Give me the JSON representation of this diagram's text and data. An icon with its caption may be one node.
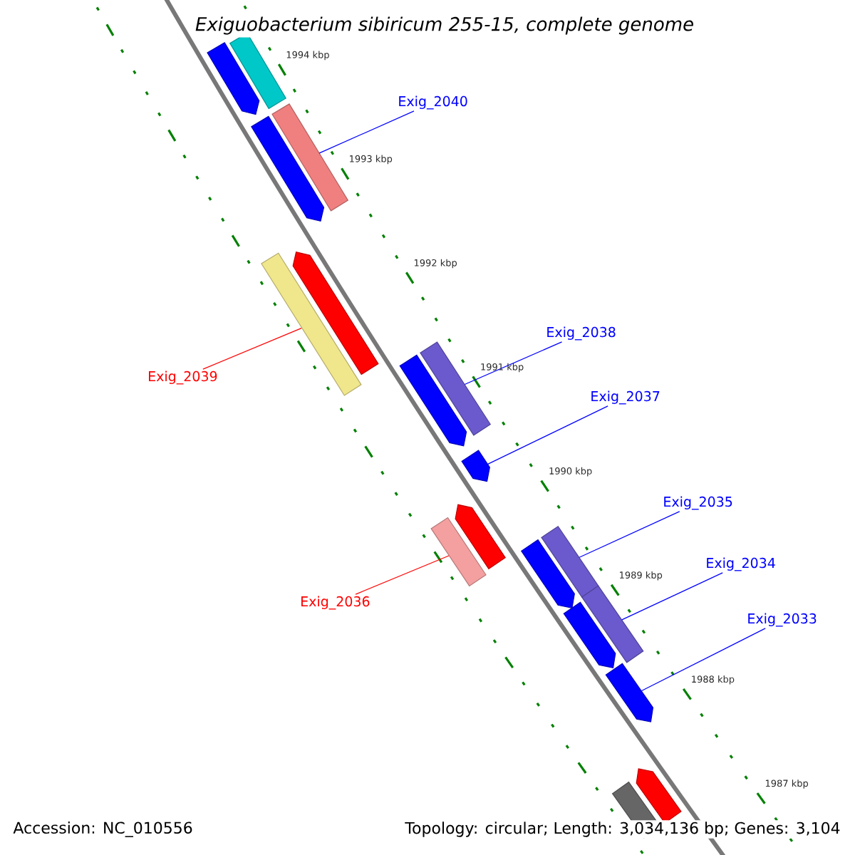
{
  "diagram": {
    "title": "Exiguobacterium sibiricum 255-15, complete genome",
    "nodes": [
      {
        "text": [
          "Exig_2040"
        ]
      },
      {
        "text": [
          "Exig_2038"
        ]
      },
      {
        "text": [
          "Exig_2039"
        ]
      },
      {
        "text": [
          "Exig_2037"
        ]
      },
      {
        "text": [
          "Exig_2035"
        ]
      },
      {
        "text": [
          "Exig_2034"
        ]
      },
      {
        "text": [
          "Exig_2036"
        ]
      },
      {
        "text": [
          "Exig_2033"
        ]
      },
      {
        "text": [],
        "shape": "arrow"
      },
      {
        "text": [],
        "shape": "bar"
      },
      {
        "text": [],
        "shape": "arrow"
      },
      {
        "text": [],
        "shape": "bar"
      },
      {
        "text": [],
        "shape": "bar"
      },
      {
        "text": [],
        "shape": "arrow"
      },
      {
        "text": [],
        "shape": "arrow"
      },
      {
        "text": [],
        "shape": "bar"
      },
      {
        "text": [],
        "shape": "arrow"
      },
      {
        "text": [],
        "shape": "bar"
      },
      {
        "text": [],
        "shape": "arrow"
      },
      {
        "text": [],
        "shape": "arrow"
      },
      {
        "text": [],
        "shape": "bar"
      },
      {
        "text": [],
        "shape": "bar"
      },
      {
        "text": [],
        "shape": "arrow"
      },
      {
        "text": [],
        "shape": "arrow"
      },
      {
        "text": [],
        "shape": "bar"
      },
      {
        "text": [],
        "shape": "arrow"
      }
    ],
    "edges": [
      {
        "from": 0,
        "to": 11,
        "arrow": "none"
      },
      {
        "from": 1,
        "to": 15,
        "arrow": "none"
      },
      {
        "from": 2,
        "to": 12,
        "arrow": "none",
        "color": "#ff0000"
      },
      {
        "from": 3,
        "to": 16,
        "arrow": "none"
      },
      {
        "from": 4,
        "to": 20,
        "arrow": "none"
      },
      {
        "from": 5,
        "to": 21,
        "arrow": "none"
      },
      {
        "from": 6,
        "to": 17,
        "arrow": "none",
        "color": "#ff0000"
      },
      {
        "from": 7,
        "to": 23,
        "arrow": "none"
      }
    ],
    "labels": [
      "1994 kbp",
      "1993 kbp",
      "1992 kbp",
      "1991 kbp",
      "1990 kbp",
      "1989 kbp",
      "1988 kbp",
      "1987 kbp",
      "Accession: NC_010556",
      "Topology: circular; Length: 3,034,136 bp; Genes: 3,104"
    ]
  }
}
